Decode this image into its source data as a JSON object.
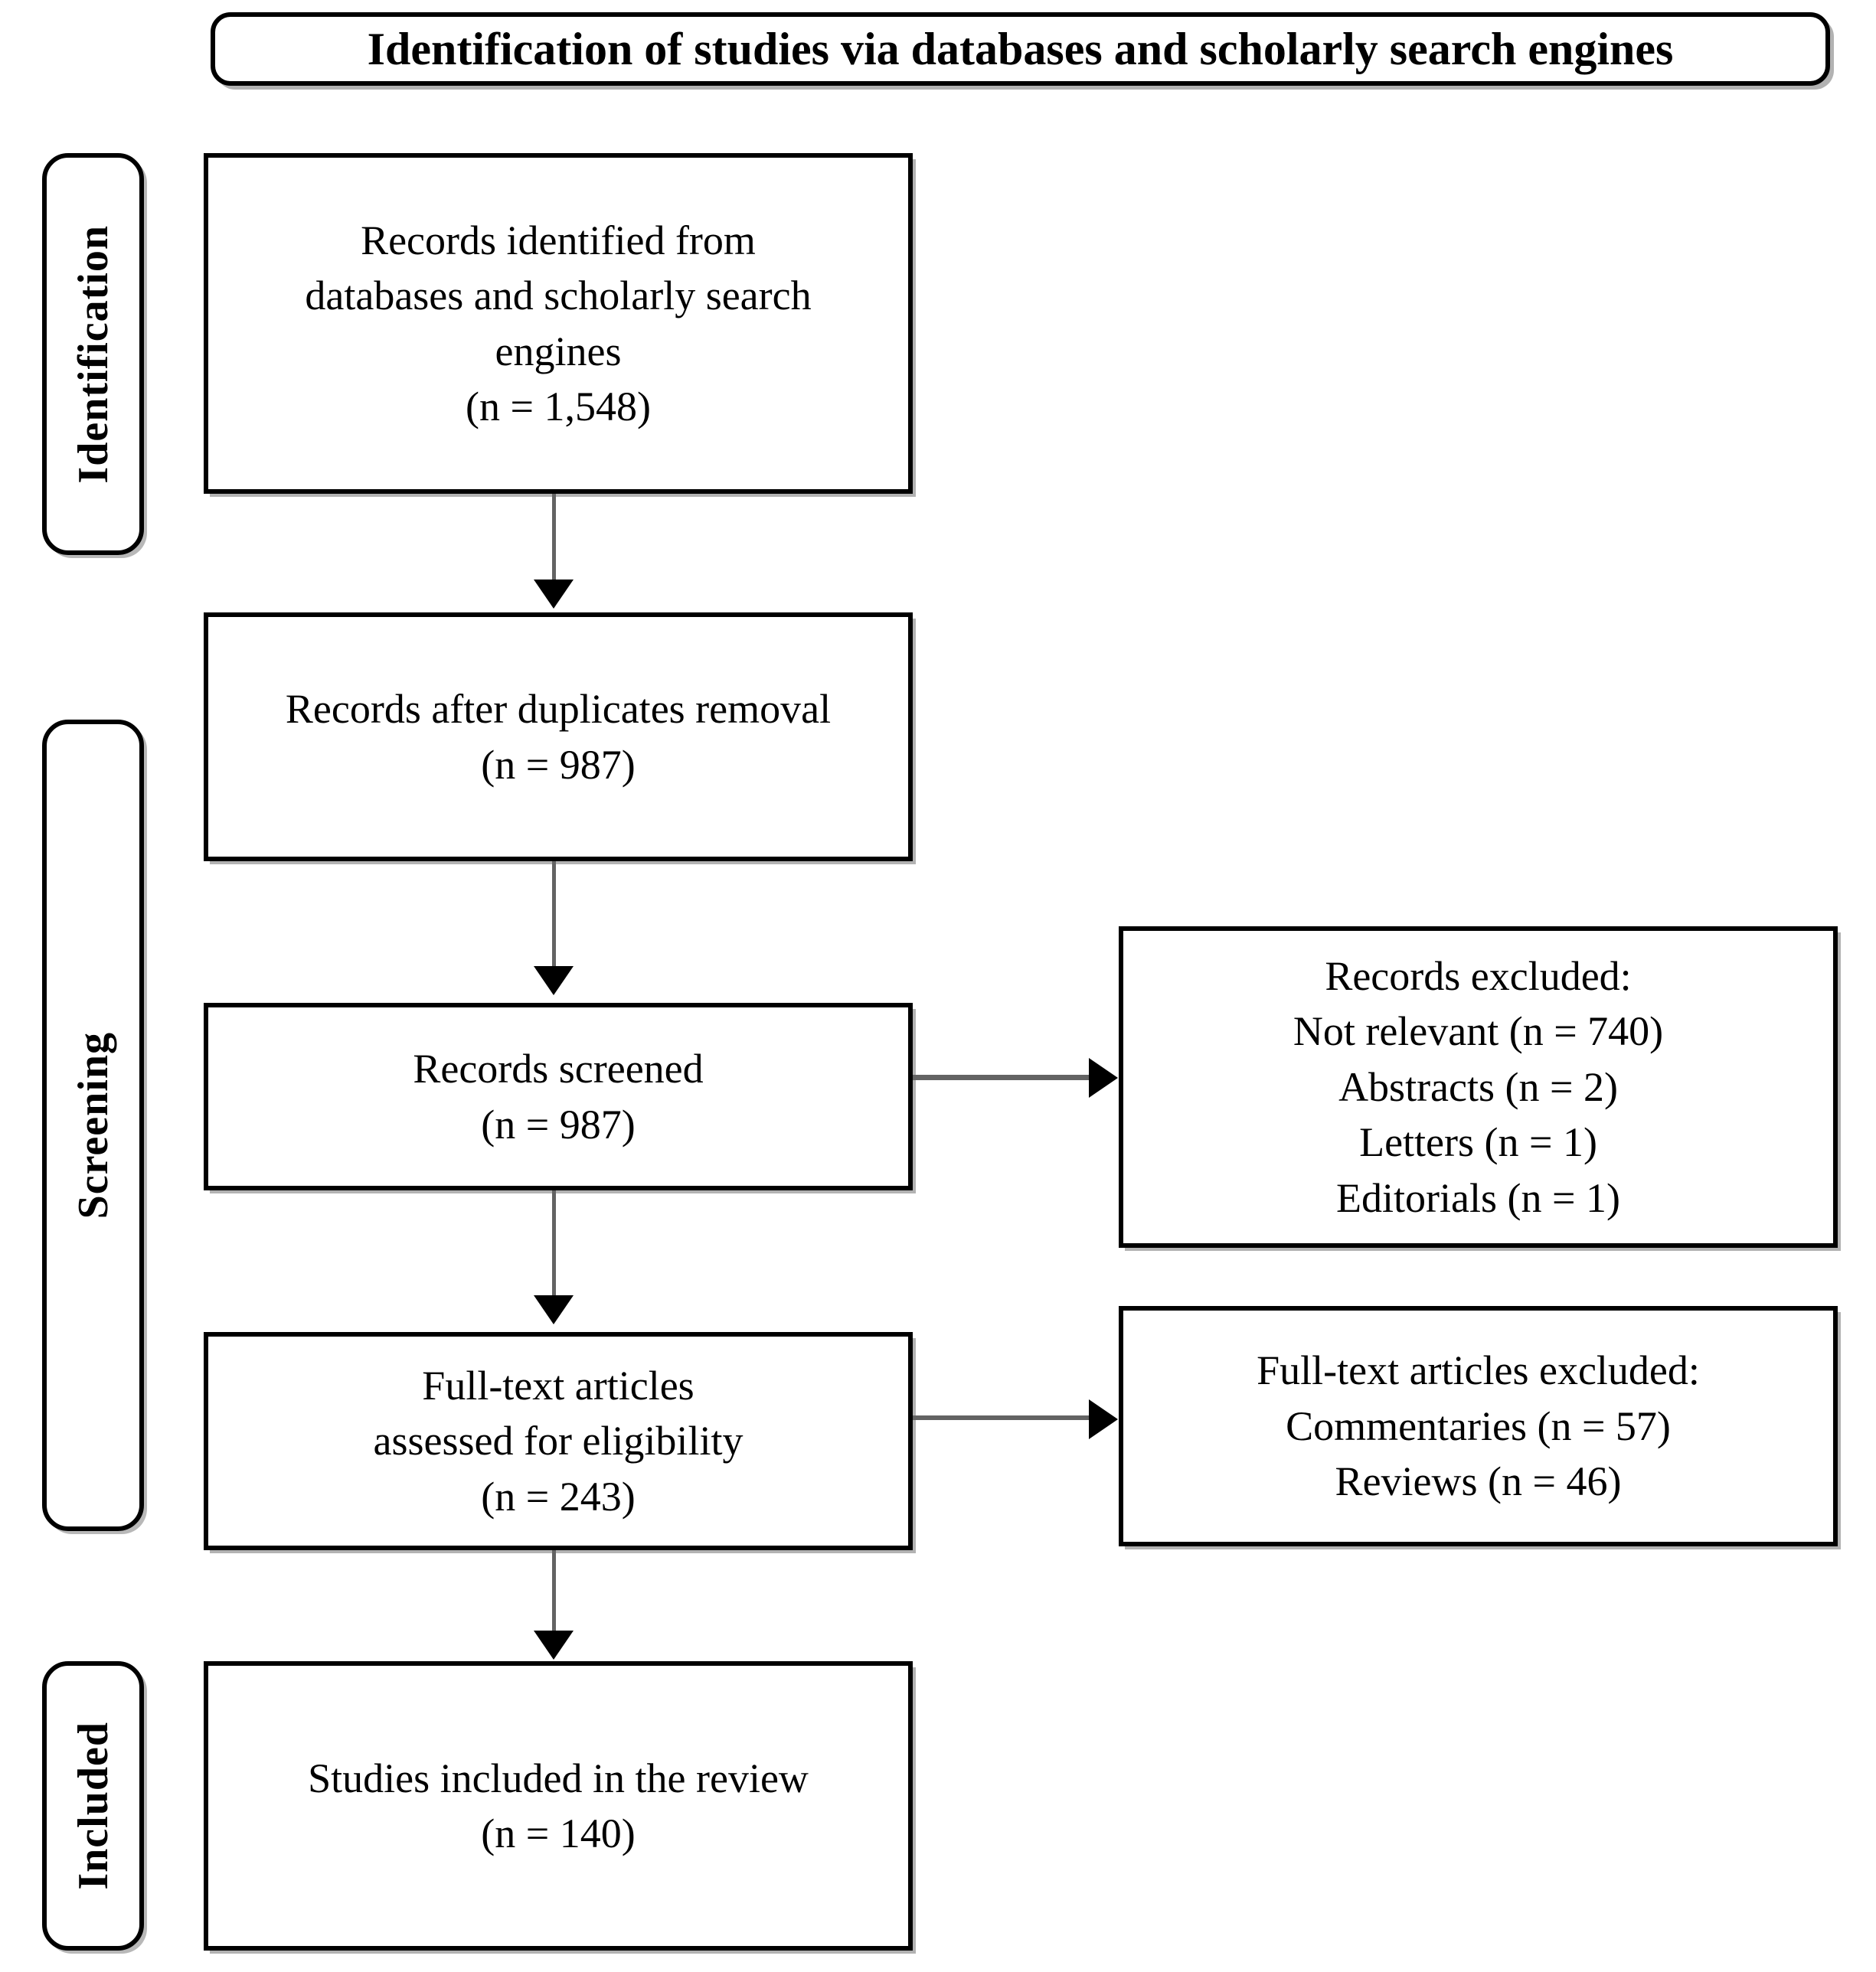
{
  "title_banner": {
    "text": "Identification of studies via databases and scholarly search engines"
  },
  "phases": [
    {
      "id": "identification",
      "label": "Identification"
    },
    {
      "id": "screening",
      "label": "Screening"
    },
    {
      "id": "included",
      "label": "Included"
    }
  ],
  "nodes": {
    "records_identified": {
      "lines": [
        "Records identified from",
        "databases and scholarly search",
        "engines",
        "(n = 1,548)"
      ],
      "count": 1548
    },
    "records_after_duplicates": {
      "lines": [
        "Records after duplicates removal",
        "(n = 987)"
      ],
      "count": 987
    },
    "records_screened": {
      "lines": [
        "Records screened",
        "(n = 987)"
      ],
      "count": 987
    },
    "records_excluded": {
      "lines": [
        "Records excluded:",
        "Not relevant (n = 740)",
        "Abstracts (n = 2)",
        "Letters (n = 1)",
        "Editorials (n = 1)"
      ],
      "reasons": [
        {
          "label": "Not relevant",
          "count": 740
        },
        {
          "label": "Abstracts",
          "count": 2
        },
        {
          "label": "Letters",
          "count": 1
        },
        {
          "label": "Editorials",
          "count": 1
        }
      ]
    },
    "fulltext_assessed": {
      "lines": [
        "Full-text articles",
        "assessed for eligibility",
        "(n = 243)"
      ],
      "count": 243
    },
    "fulltext_excluded": {
      "lines": [
        "Full-text articles excluded:",
        "Commentaries (n = 57)",
        "Reviews (n = 46)"
      ],
      "reasons": [
        {
          "label": "Commentaries",
          "count": 57
        },
        {
          "label": "Reviews",
          "count": 46
        }
      ]
    },
    "studies_included": {
      "lines": [
        "Studies included in the review",
        "(n = 140)"
      ],
      "count": 140
    }
  },
  "colors": {
    "border": "#000000",
    "connector": "#636363",
    "background": "#ffffff",
    "text": "#000000"
  }
}
